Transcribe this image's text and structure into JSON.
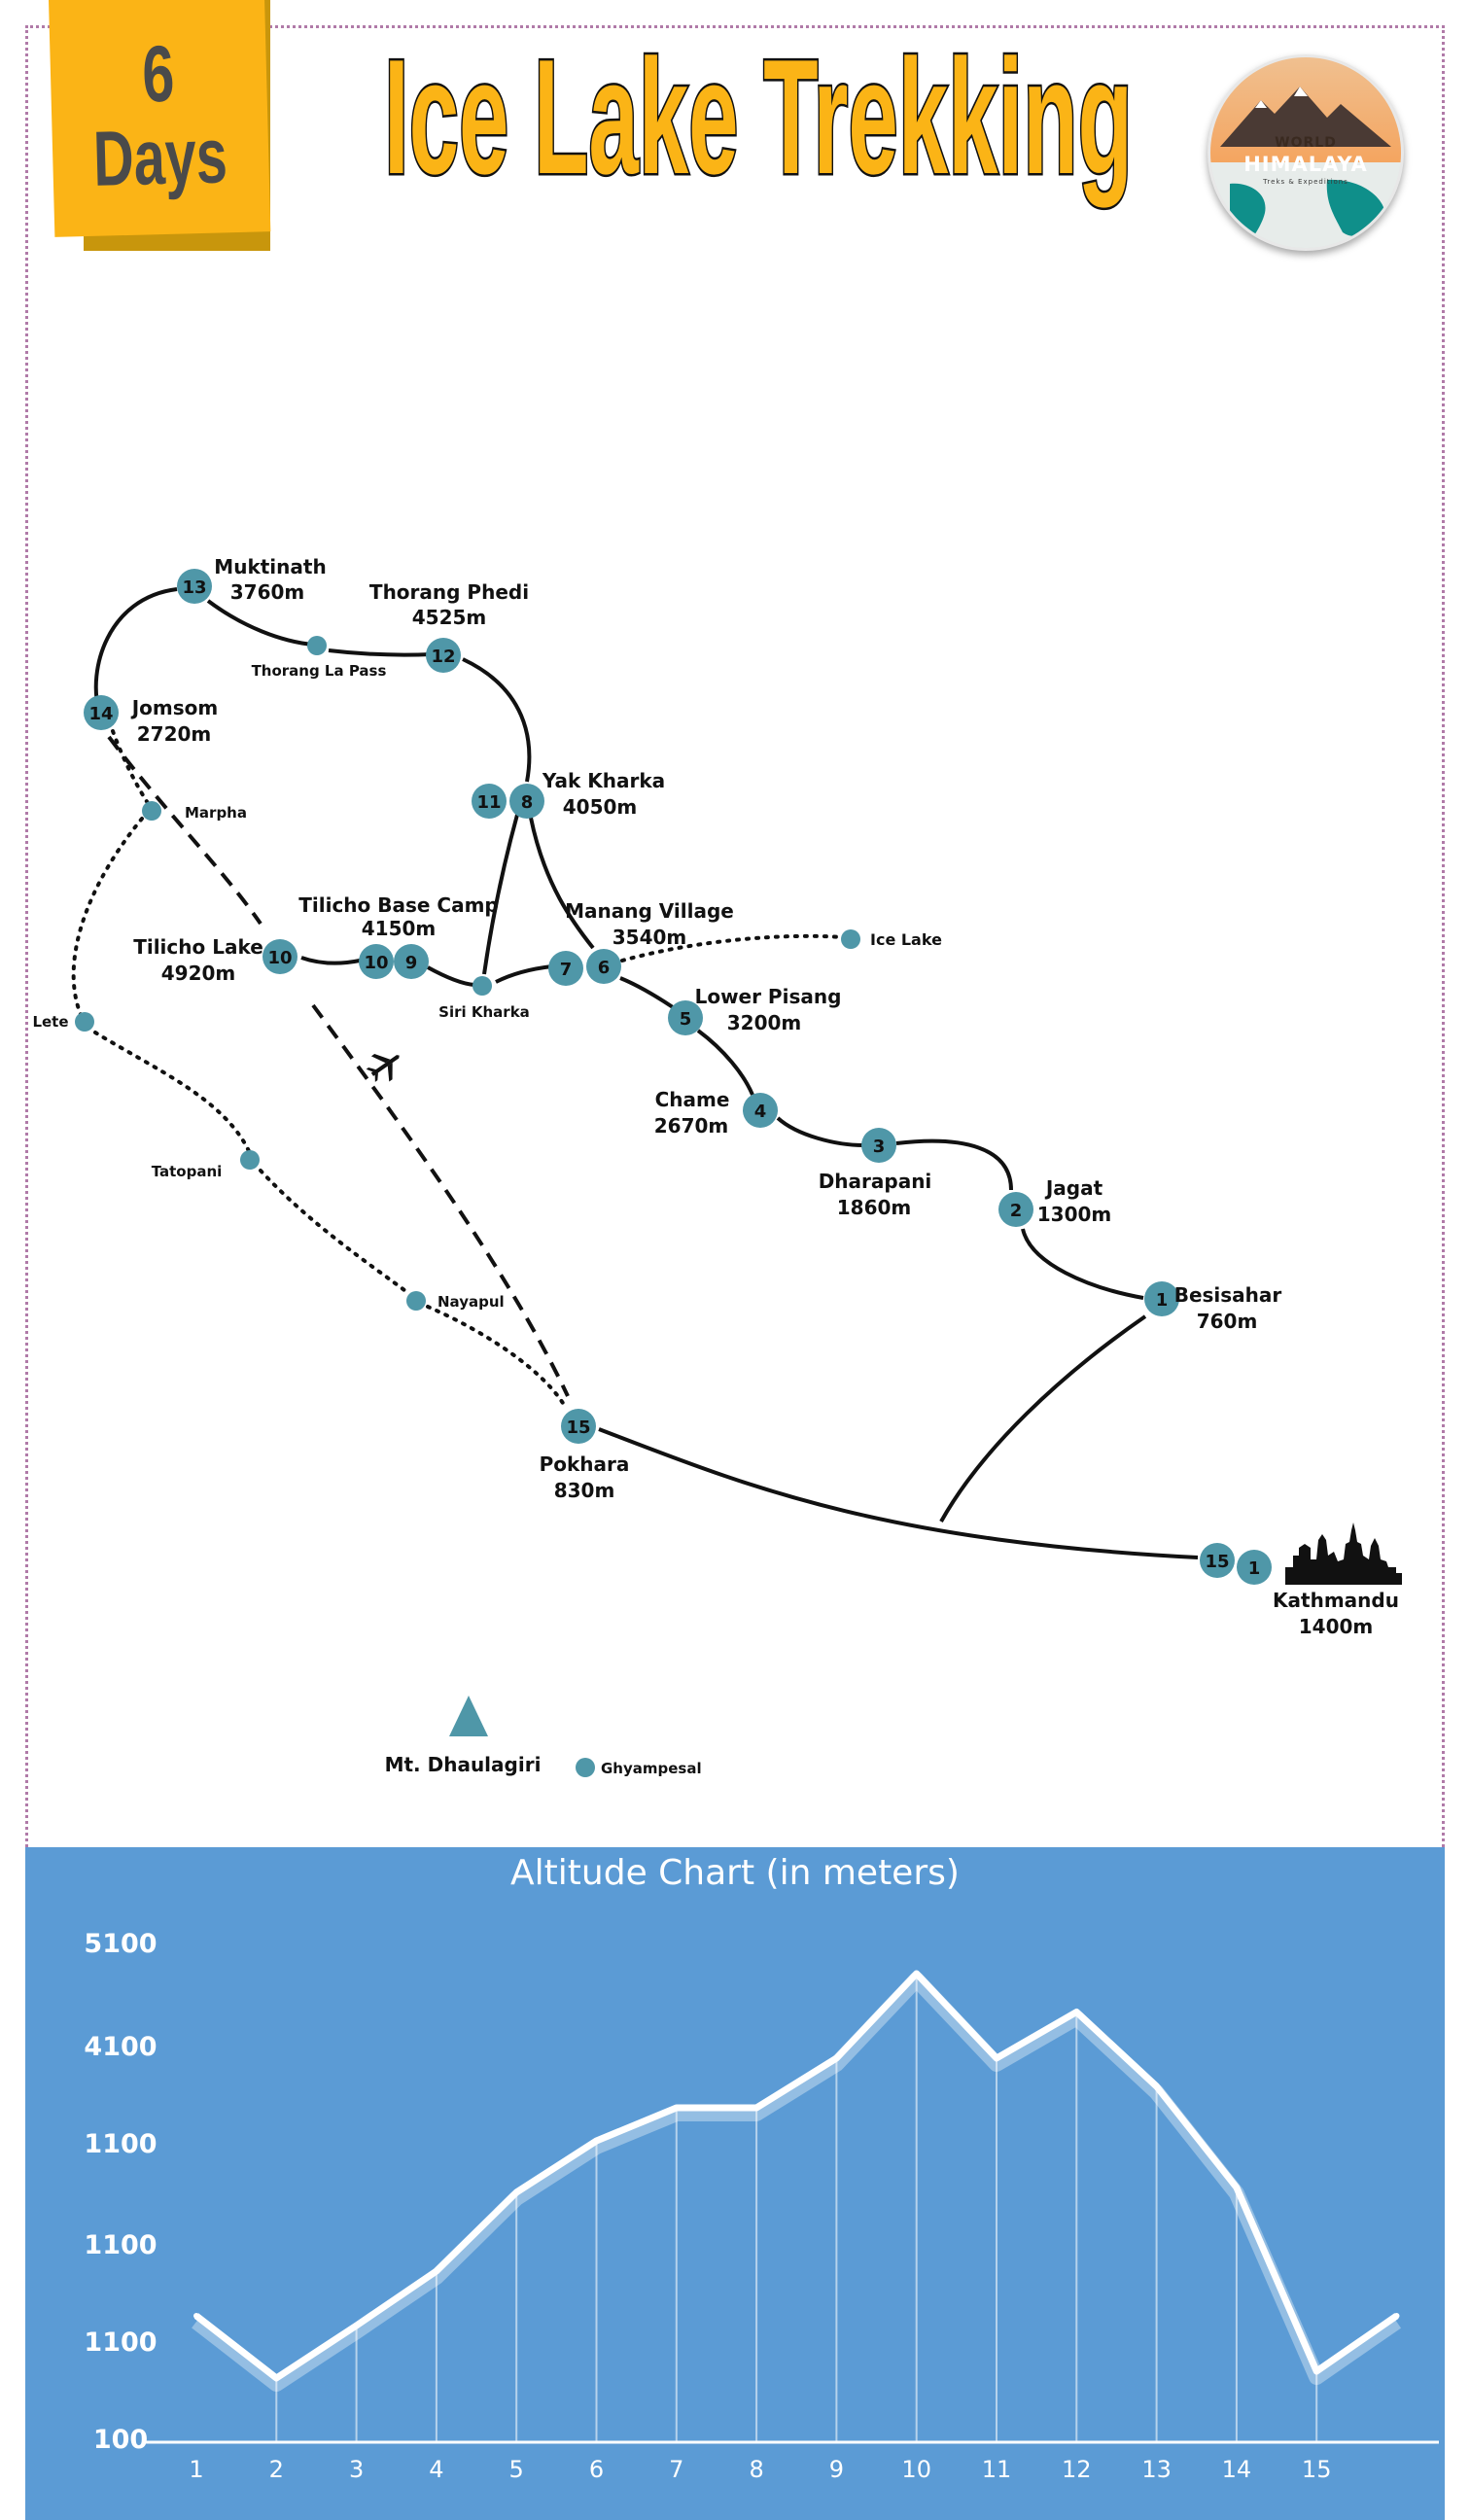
{
  "badge": {
    "number": "6",
    "label": "Days"
  },
  "title": "Ice Lake Trekking",
  "logo": {
    "line1": "WORLD",
    "line2": "HIMALAYA",
    "line3": "Treks & Expeditions"
  },
  "map": {
    "nodes": {
      "n13": "13",
      "n12": "12",
      "n14": "14",
      "n11": "11",
      "n8": "8",
      "n10a": "10",
      "n10b": "10",
      "n9": "9",
      "n7": "7",
      "n6": "6",
      "n5": "5",
      "n4": "4",
      "n3": "3",
      "n2": "2",
      "n1": "1",
      "n15a": "15",
      "n15b": "15",
      "n1b": "1"
    },
    "labels": {
      "muktinath_name": "Muktinath",
      "muktinath_alt": "3760m",
      "thorang_phedi_name": "Thorang Phedi",
      "thorang_phedi_alt": "4525m",
      "thorang_la_pass": "Thorang La Pass",
      "jomsom_name": "Jomsom",
      "jomsom_alt": "2720m",
      "yak_kharka_name": "Yak Kharka",
      "yak_kharka_alt": "4050m",
      "marpha": "Marpha",
      "tilicho_bc_name": "Tilicho Base Camp",
      "tilicho_bc_alt": "4150m",
      "manang_name": "Manang Village",
      "manang_alt": "3540m",
      "ice_lake": "Ice Lake",
      "tilicho_lake_name": "Tilicho Lake",
      "tilicho_lake_alt": "4920m",
      "siri_kharka": "Siri Kharka",
      "lower_pisang_name": "Lower Pisang",
      "lower_pisang_alt": "3200m",
      "lete": "Lete",
      "chame_name": "Chame",
      "chame_alt": "2670m",
      "dharapani_name": "Dharapani",
      "dharapani_alt": "1860m",
      "jagat_name": "Jagat",
      "jagat_alt": "1300m",
      "tatopani": "Tatopani",
      "besisahar_name": "Besisahar",
      "besisahar_alt": "760m",
      "nayapul": "Nayapul",
      "pokhara_name": "Pokhara",
      "pokhara_alt": "830m",
      "kathmandu_name": "Kathmandu",
      "kathmandu_alt": "1400m",
      "dhaulagiri": "Mt. Dhaulagiri",
      "ghyampesal": "Ghyampesal"
    },
    "colors": {
      "node": "#4f97a8",
      "line": "#111111",
      "accent": "#fbb416"
    }
  },
  "chart_data": {
    "type": "line",
    "title": "Altitude Chart (in meters)",
    "x": [
      1,
      2,
      3,
      4,
      5,
      6,
      7,
      8,
      9,
      10,
      11,
      12,
      13,
      14,
      15
    ],
    "ytick_labels": [
      "100",
      "1100",
      "1100",
      "1100",
      "4100",
      "5100"
    ],
    "ylim": [
      100,
      5100
    ],
    "series": [
      {
        "values": [
          1400,
          760,
          1300,
          1860,
          2670,
          3200,
          3540,
          3540,
          4050,
          4920,
          4050,
          4525,
          3760,
          2720,
          830,
          1400
        ]
      }
    ],
    "colors": {
      "background": "#5b9bd5",
      "line": "#ffffff"
    }
  }
}
